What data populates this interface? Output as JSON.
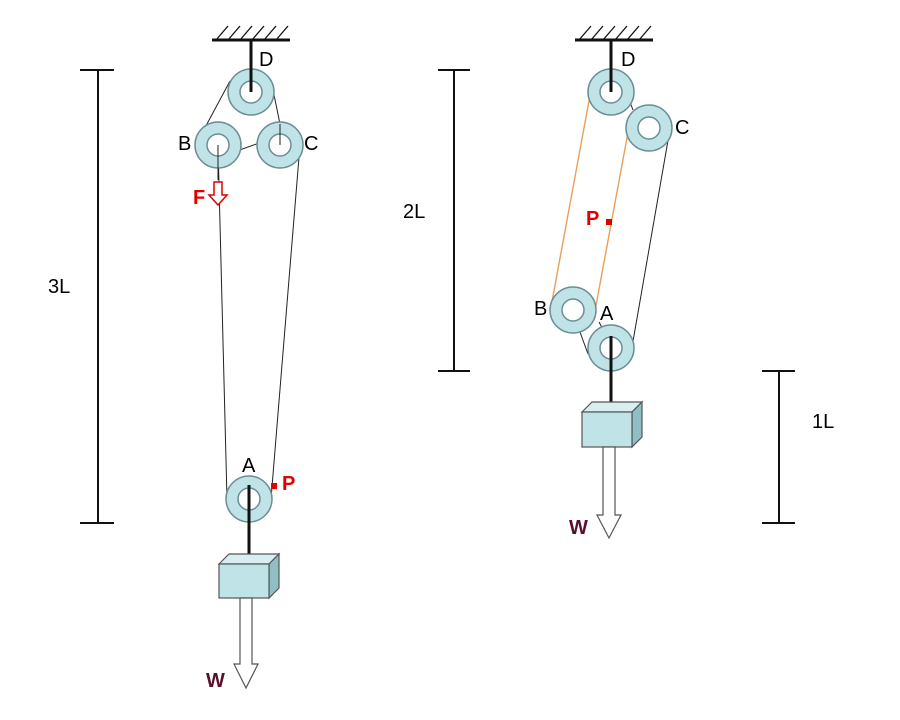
{
  "left_system": {
    "pulley_d": "D",
    "pulley_b": "B",
    "pulley_c": "C",
    "pulley_a": "A",
    "force": "F",
    "point": "P",
    "weight": "W",
    "dimension": "3L"
  },
  "right_system": {
    "pulley_d": "D",
    "pulley_c": "C",
    "pulley_b": "B",
    "pulley_a": "A",
    "point": "P",
    "weight": "W",
    "dimension_upper": "2L",
    "dimension_lower": "1L"
  },
  "colors": {
    "pulley_fill": "#bfe3e6",
    "marker_red": "#e00000",
    "rope_orange": "#e8a05a",
    "weight_label": "#5a0f2e"
  }
}
